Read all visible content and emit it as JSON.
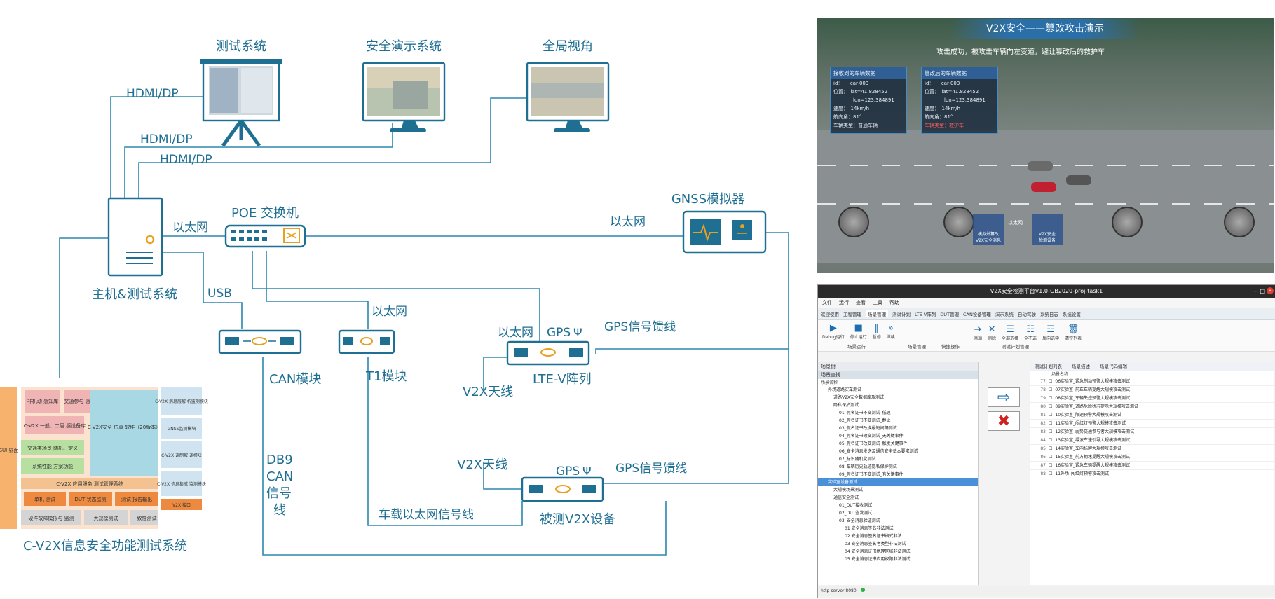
{
  "diagram": {
    "displays": {
      "test_system": "测试系统",
      "safety_demo": "安全演示系统",
      "global_view": "全局视角"
    },
    "hdmi_labels": [
      "HDMI/DP",
      "HDMI/DP",
      "HDMI/DP"
    ],
    "host": "主机&测试系统",
    "poe_switch": "POE 交换机",
    "gnss": "GNSS模拟器",
    "ethernet": "以太网",
    "ethernet_right": "以太网",
    "ethernet_t1": "以太网",
    "ethernet_ltev": "以太网",
    "usb": "USB",
    "can_module": "CAN模块",
    "t1_module": "T1模块",
    "ltev_array": "LTE-V阵列",
    "gps_1": "GPS",
    "gps_feed_1": "GPS信号馈线",
    "v2x_antenna_1": "V2X天线",
    "v2x_antenna_2": "V2X天线",
    "gps_2": "GPS",
    "gps_feed_2": "GPS信号馈线",
    "dut": "被测V2X设备",
    "vehicle_eth": "车载以太网信号线",
    "db9": [
      "DB9",
      "CAN",
      "信号",
      "线"
    ],
    "system_caption": "C-V2X信息安全功能测试系统",
    "arch": {
      "gui": "GUI\n界面",
      "boxes": [
        "非机动\n感知库",
        "交通参与\n感知库",
        "C-V2X 一般、二层\n感设备库",
        "C-V2X安全\n仿真 软件（20版本）",
        "交通类场景 随机、定义",
        "系统性能 方案功能",
        "C-V2X 应用服务 测试管理系统",
        "单机 测试",
        "DUT 状态监测",
        "测试 报告输出",
        "硬件故障模拟与 监测",
        "大规模测试",
        "一致性测试",
        "C-V2X 消息层解\n析监测模块",
        "GNSS监测模块",
        "C-V2X 调制解\n调模块",
        "C-V2X 信息集成\n监测模块",
        "V2X 接口"
      ]
    }
  },
  "demo": {
    "title": "V2X安全——篡改攻击演示",
    "subtitle": "攻击成功，被攻击车辆向左变道，避让篡改后的救护车",
    "card1": {
      "header": "接收到的车辆数据",
      "rows": [
        "id：　　car-003",
        "位置：　lat=41.828452",
        "　　　　lon=123.384891",
        "速度：　14km/h",
        "航向角：81°",
        "车辆类型：普通车辆"
      ]
    },
    "card2": {
      "header": "篡改后的车辆数据",
      "rows": [
        "id：　　car-003",
        "位置：　lat=41.828452",
        "　　　　lon=123.384891",
        "速度：　14km/h",
        "航向角：81°",
        "车辆类型：救护车"
      ]
    },
    "ethernet": "以太网",
    "left_device": "模拟并篡改\nV2X安全消息",
    "right_device": "V2X安全\n检测设备"
  },
  "app": {
    "title": "V2X安全检测平台V1.0-GB2020-proj-task1",
    "menu": [
      "文件",
      "运行",
      "查看",
      "工具",
      "帮助"
    ],
    "tabs": [
      "欢迎使用",
      "工程管理",
      "场景管理",
      "测试计划",
      "LTE-V阵列",
      "DUT管理",
      "CAN设备管理",
      "演示系统",
      "自动驾驶",
      "系统日志",
      "系统设置"
    ],
    "toolbar_groups": [
      "场景运行",
      "场景管理",
      "快捷操作",
      "测试计划管理"
    ],
    "toolbar_btns": [
      "Debug运行",
      "停止运行",
      "暂停",
      "继续"
    ],
    "plan_btns": [
      "添加",
      "删除",
      "全部选择",
      "全不选",
      "反向选中",
      "清空列表"
    ],
    "left_title": "场景树",
    "left_search": "场景查找",
    "left_col": "场景名称",
    "tree": [
      "外场道路实车测试",
      "道路V2X安全数据库及测试",
      "隐私保护测试",
      "01_假名证书不变测试_低速",
      "02_假名证书不变测试_静止",
      "03_假名证书改换最短间隔测试",
      "04_假名证书改变测试_无关键事件",
      "05_假名证书改变测试_触发关键事件",
      "06_安全消息发送及通信安全基本要求测试",
      "07_标识随机化测试",
      "08_车辆历史轨迹隐私保护测试",
      "09_假名证书不变测试_有关键事件",
      "实验室设备测试",
      "大规模场景测试",
      "通信安全测试",
      "01_DUT接收测试",
      "02_DUT签发测试",
      "03_安全消息验证测试",
      "01 安全消息签名非法测试",
      "02 安全消息签名证书格式非法",
      "03 安全消息签名者类型非法测试",
      "04 安全消息证书地理区域非法测试",
      "05 安全消息证书应用权限非法测试"
    ],
    "right_tabs": [
      "测试计划列表",
      "场景描述",
      "场景代码编辑"
    ],
    "right_col": "场景名称",
    "plan": [
      "06实验室_紧急制动预警大规模攻击测试",
      "07实验室_前车车辆提醒大规模攻击测试",
      "08实验室_车辆失控预警大规模攻击测试",
      "09实验室_道路危险状况提示大规模攻击测试",
      "10实验室_限速预警大规模攻击测试",
      "11实验室_闯红灯预警大规模攻击测试",
      "12实验室_弱势交通参与者大规模攻击测试",
      "13实验室_绿波车速引导大规模攻击测试",
      "14实验室_车内标牌大规模攻击测试",
      "15实验室_前方拥堵提醒大规模攻击测试",
      "16实验室_紧急车辆提醒大规模攻击测试",
      "11外场_闯红灯预警攻击测试"
    ],
    "plan_nums": [
      "77",
      "78",
      "79",
      "80",
      "81",
      "82",
      "83",
      "84",
      "85",
      "86",
      "87",
      "88"
    ],
    "status": "http-server:8080"
  }
}
